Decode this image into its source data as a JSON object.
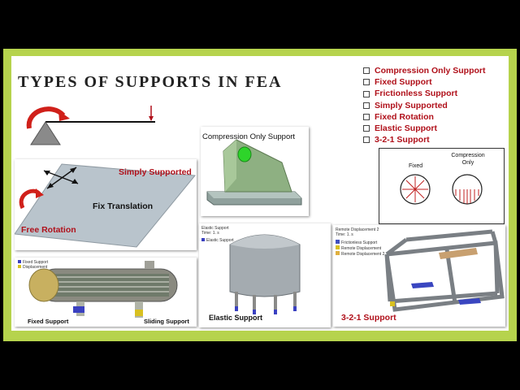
{
  "title": "Types of Supports in FEA",
  "support_list": [
    "Compression Only Support",
    "Fixed Support",
    "Frictionless Support",
    "Simply Supported",
    "Fixed Rotation",
    "Elastic Support",
    "3-2-1 Support"
  ],
  "panels": {
    "simply": {
      "simply_supported": "Simply Supported",
      "fix_translation": "Fix Translation",
      "free_rotation": "Free Rotation"
    },
    "compression": {
      "label": "Compression Only Support"
    },
    "circles": {
      "fixed": "Fixed",
      "compression_only": "Compression Only"
    },
    "vessel": {
      "legend_fixed": "Fixed Support",
      "legend_displacement": "Displacement",
      "fixed_support": "Fixed Support",
      "sliding_support": "Sliding Support"
    },
    "tank": {
      "header1": "Elastic Support",
      "header2": "Time: 1. s",
      "legend": "Elastic Support",
      "elastic_support": "Elastic Support"
    },
    "frame": {
      "header1": "Remote Displacement 2",
      "header2": "Time: 1. s",
      "legend_a": "Frictionless Support",
      "legend_b": "Remote Displacement",
      "legend_c": "Remote Displacement 2",
      "label": "3-2-1 Support"
    }
  },
  "colors": {
    "border": "#b6d34d",
    "accent_red": "#b0101a",
    "arrow_red": "#d0201a"
  }
}
